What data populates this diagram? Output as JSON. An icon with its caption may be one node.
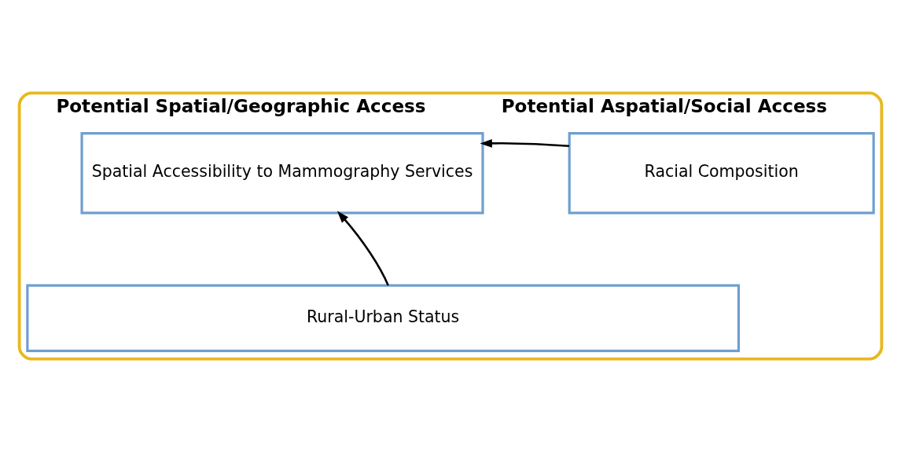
{
  "diagram": {
    "nodes": [
      {
        "text": [
          "Potential Spatial/Geographic Access",
          "Potential Aspatial/Social Access"
        ]
      },
      {
        "text": [
          "Spatial Accessibility to Mammography Services"
        ],
        "in": 0
      },
      {
        "text": [
          "Racial Composition"
        ],
        "in": 0
      },
      {
        "text": [
          "Rural-Urban Status"
        ],
        "in": 0
      }
    ],
    "edges": [
      {
        "from": 2,
        "to": 1,
        "arrow": "to"
      },
      {
        "from": 3,
        "to": 1,
        "arrow": "to"
      }
    ]
  }
}
